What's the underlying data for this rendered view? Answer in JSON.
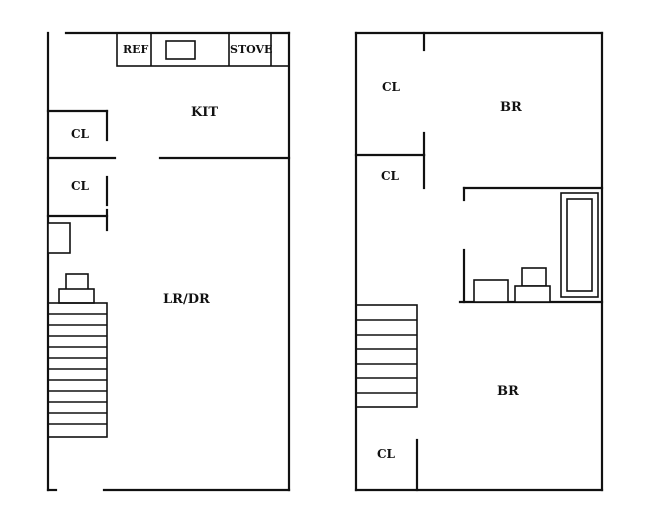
{
  "first_floor": {
    "ref": "REF",
    "stove": "STOVE",
    "kitchen": "KIT",
    "closet_upper": "CL",
    "closet_lower": "CL",
    "living_dining": "LR/DR"
  },
  "second_floor": {
    "closet_top": "CL",
    "bedroom_top": "BR",
    "closet_hall": "CL",
    "bedroom_bottom": "BR",
    "closet_bottom": "CL"
  }
}
